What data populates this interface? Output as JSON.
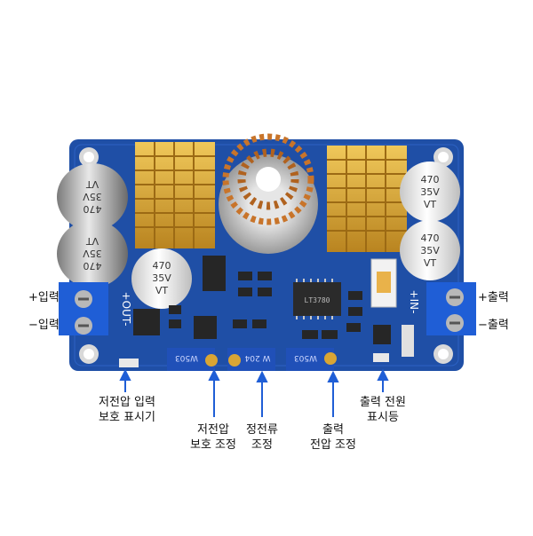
{
  "labels": {
    "input_plus": "+입력",
    "input_minus": "−입력",
    "output_plus": "+출력",
    "output_minus": "−출력",
    "undervoltage_indicator_1": "저전압 입력",
    "undervoltage_indicator_2": "보호 표시기",
    "undervoltage_adjust_1": "저전압",
    "undervoltage_adjust_2": "보호 조정",
    "constant_current_1": "정전류",
    "constant_current_2": "조정",
    "output_voltage_1": "출력",
    "output_voltage_2": "전압 조정",
    "output_power_led_1": "출력 전원",
    "output_power_led_2": "표시등"
  },
  "board_text": {
    "cap_left_top": [
      "470",
      "35V",
      "VT"
    ],
    "cap_left_bottom": [
      "470",
      "35V",
      "VT"
    ],
    "cap_center": [
      "470",
      "35V",
      "VT"
    ],
    "cap_right_top": [
      "470",
      "35V",
      "VT"
    ],
    "cap_right_bottom": [
      "470",
      "35V",
      "VT"
    ],
    "terminal_out": "+OUT-",
    "terminal_in": "+IN-",
    "pot_left": "W503",
    "pot_mid": "W 204",
    "pot_right": "W503",
    "chip": "LT3780"
  },
  "colors": {
    "pcb": "#1f4fa6",
    "pcb_dark": "#173d86",
    "heatsink": "#d9a534",
    "terminal": "#1f5ed6",
    "pot": "#2050b8",
    "copper": "#c8742a",
    "label_text": "#111111",
    "arrow": "#1f5ed6"
  }
}
